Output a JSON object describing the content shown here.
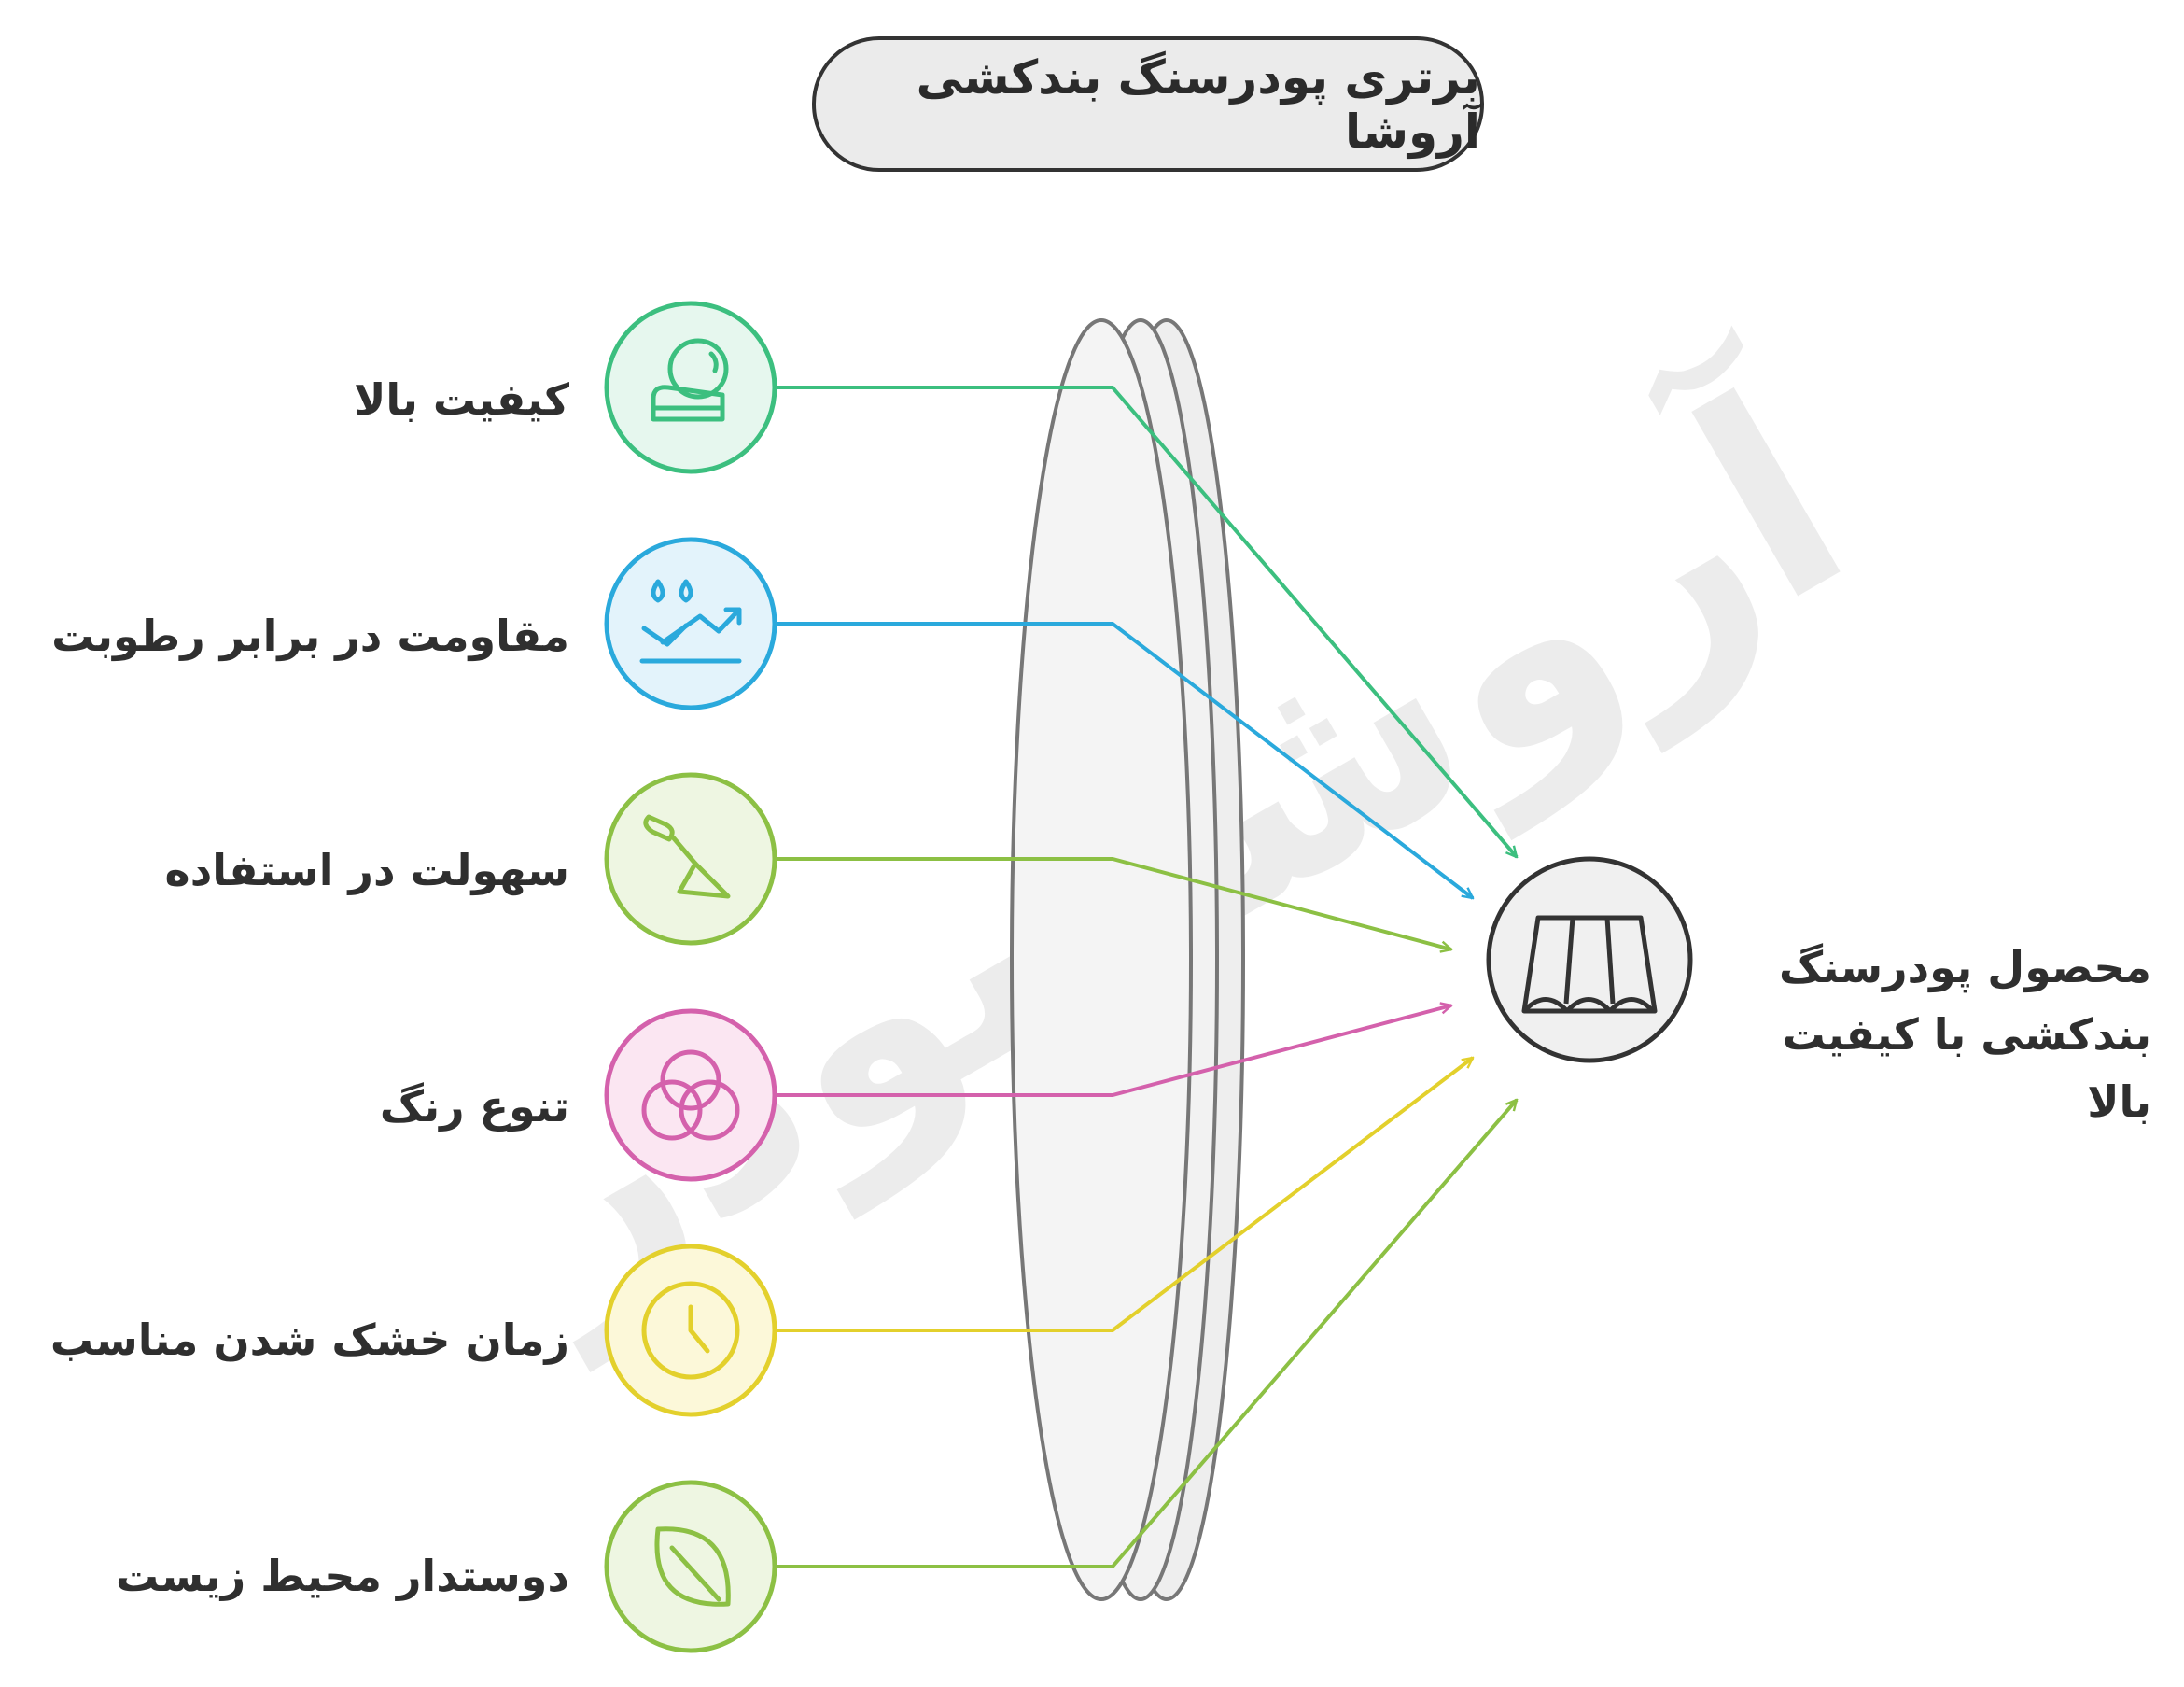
{
  "title": "برتری پودرسنگ بندکشی آروشا",
  "features": [
    {
      "label": "کیفیت بالا",
      "icon": "quality-badge-icon",
      "color": "#3cbf7f",
      "fill": "#e6f7ee"
    },
    {
      "label": "مقاومت در برابر رطوبت",
      "icon": "water-resistance-icon",
      "color": "#2aa9dc",
      "fill": "#e3f3fb"
    },
    {
      "label": "سهولت در استفاده",
      "icon": "trowel-icon",
      "color": "#8cc044",
      "fill": "#eef6e2"
    },
    {
      "label": "تنوع رنگ",
      "icon": "color-circles-icon",
      "color": "#d461ac",
      "fill": "#fbe6f2"
    },
    {
      "label": "زمان خشک شدن مناسب",
      "icon": "clock-icon",
      "color": "#e3d02c",
      "fill": "#fcf8d9"
    },
    {
      "label": "دوستدار محیط زیست",
      "icon": "leaf-icon",
      "color": "#8cc044",
      "fill": "#eef6e2"
    }
  ],
  "result": {
    "line1": "محصول پودرسنگ",
    "line2": "بندکشی با کیفیت بالا",
    "icon": "grout-tile-icon"
  },
  "watermark": "آروشا پودر"
}
